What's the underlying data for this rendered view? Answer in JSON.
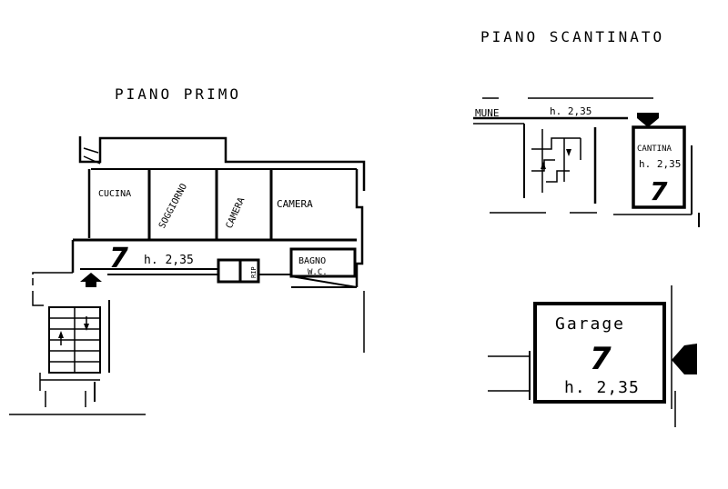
{
  "floors": {
    "first": {
      "title": "PIANO PRIMO",
      "rooms": {
        "kitchen": "CUCINA",
        "living": "SOGGIORNO",
        "room_small": "CAMERA",
        "room_large": "CAMERA",
        "bath": "BAGNO",
        "wc": "W.C.",
        "rip": "RIP"
      },
      "height": "h. 2,35",
      "unit_number": "7"
    },
    "basement": {
      "title": "PIANO SCANTINATO",
      "common": "MUNE",
      "common_height": "h. 2,35",
      "cellar": {
        "label": "CANTINA",
        "height": "h. 2,35",
        "number": "7"
      },
      "garage": {
        "label": "Garage",
        "number": "7",
        "height": "h. 2,35"
      }
    }
  },
  "colors": {
    "ink": "#000000",
    "paper": "#ffffff"
  },
  "icons": [
    "entry-arrow-icon",
    "stair-arrow-up-icon",
    "stair-arrow-down-icon"
  ]
}
